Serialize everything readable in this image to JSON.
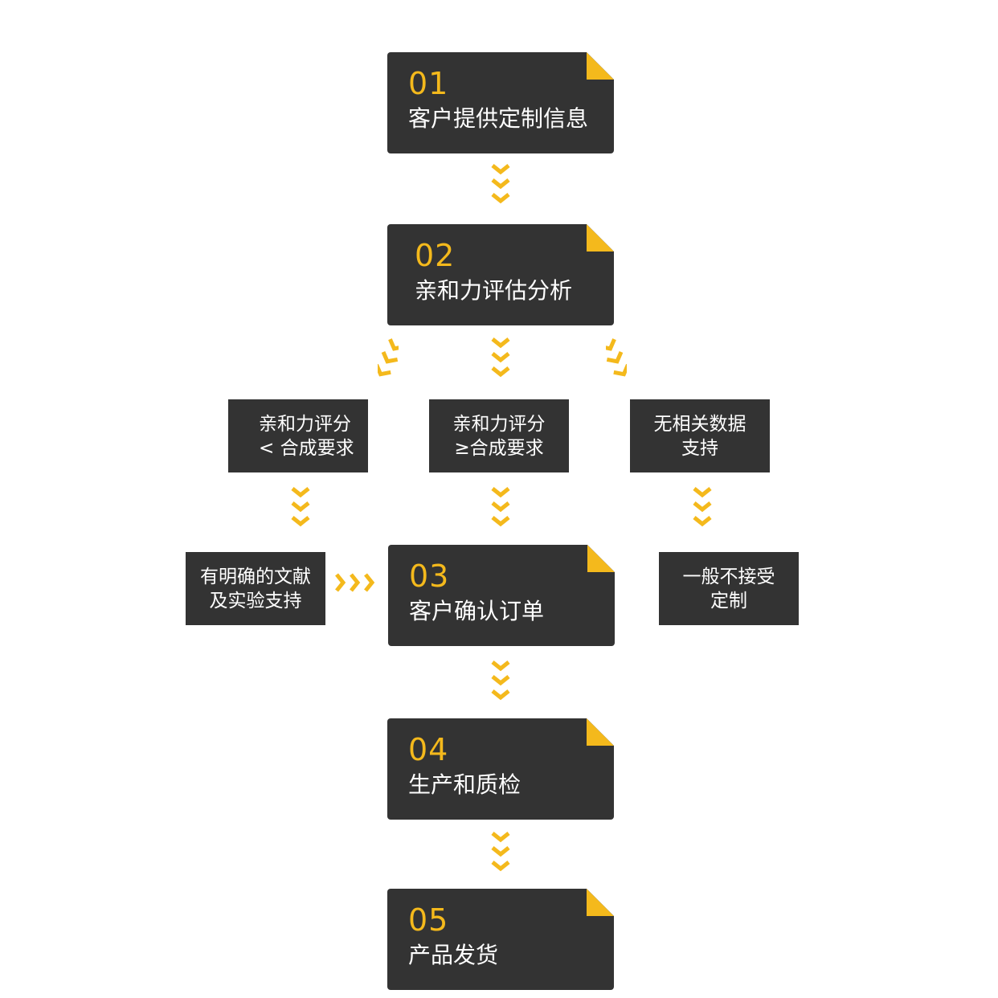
{
  "steps": [
    {
      "num": "01",
      "label": "客户提供定制信息"
    },
    {
      "num": "02",
      "label": "亲和力评估分析"
    },
    {
      "num": "03",
      "label": "客户确认订单"
    },
    {
      "num": "04",
      "label": "生产和质检"
    },
    {
      "num": "05",
      "label": "产品发货"
    }
  ],
  "branches": {
    "low": "亲和力评分\n< 合成要求",
    "high": "亲和力评分\n≥合成要求",
    "none": "无相关数据\n支持",
    "literature": "有明确的文献\n及实验支持",
    "reject": "一般不接受\n定制"
  },
  "colors": {
    "accent": "#f4b91c",
    "box": "#333333"
  }
}
